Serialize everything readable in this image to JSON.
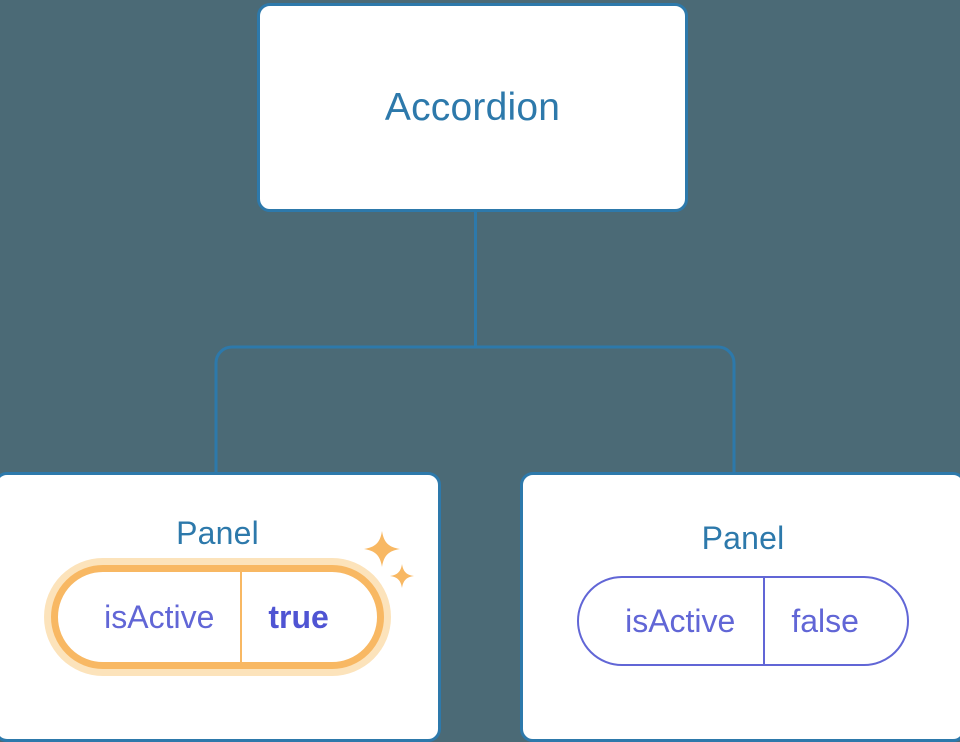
{
  "diagram": {
    "type": "component-tree",
    "background_color": "#4b6a76",
    "node_border_color": "#2d79ab",
    "node_title_color": "#2d79ab",
    "connector_color": "#2d79ab",
    "prop_text_color": "#6166d6",
    "highlight_color": "#f8b863",
    "highlight_glow_color": "#fce3bb"
  },
  "root": {
    "title": "Accordion"
  },
  "children": [
    {
      "title": "Panel",
      "prop_key": "isActive",
      "prop_value": "true",
      "highlighted": true,
      "sparkle_icons": [
        "sparkle-large-icon",
        "sparkle-small-icon"
      ]
    },
    {
      "title": "Panel",
      "prop_key": "isActive",
      "prop_value": "false",
      "highlighted": false
    }
  ]
}
